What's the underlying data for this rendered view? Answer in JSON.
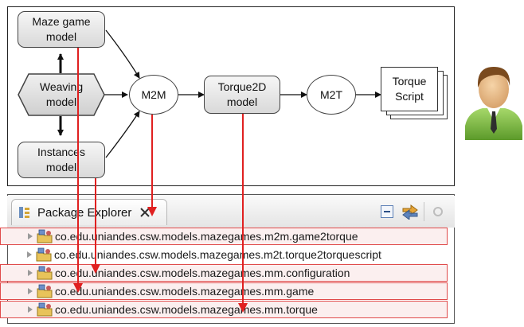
{
  "diagram": {
    "nodes": {
      "maze_game_model": "Maze game\nmodel",
      "weaving_model": "Weaving\nmodel",
      "instances_model": "Instances\nmodel",
      "m2m": "M2M",
      "torque2d_model": "Torque2D\nmodel",
      "m2t": "M2T",
      "torque_script": "Torque\nScript"
    },
    "colors": {
      "arrow_red": "#e02020",
      "highlight_border": "#e04a4a"
    }
  },
  "package_explorer": {
    "title": "Package Explorer",
    "close_icon": "close-icon",
    "rows": [
      {
        "label": "co.edu.uniandes.csw.models.mazegames.m2m.game2torque",
        "highlighted": true
      },
      {
        "label": "co.edu.uniandes.csw.models.mazegames.m2t.torque2torquescript",
        "highlighted": false
      },
      {
        "label": "co.edu.uniandes.csw.models.mazegames.mm.configuration",
        "highlighted": true
      },
      {
        "label": "co.edu.uniandes.csw.models.mazegames.mm.game",
        "highlighted": true
      },
      {
        "label": "co.edu.uniandes.csw.models.mazegames.mm.torque",
        "highlighted": true
      }
    ]
  }
}
